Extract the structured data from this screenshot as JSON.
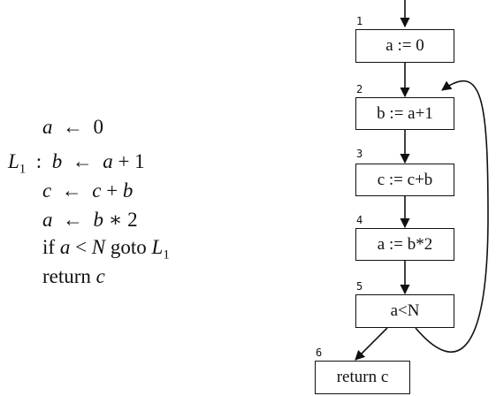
{
  "program": {
    "label": "L1",
    "lines": [
      {
        "label": "",
        "target": "a",
        "expr": "0"
      },
      {
        "label": "L1",
        "target": "b",
        "expr": "a + 1"
      },
      {
        "label": "",
        "target": "c",
        "expr": "c + b"
      },
      {
        "label": "",
        "target": "a",
        "expr": "b ∗ 2"
      },
      {
        "label": "",
        "text": "if a < N goto L1"
      },
      {
        "label": "",
        "text": "return c"
      }
    ]
  },
  "flowgraph": {
    "nodes": [
      {
        "number": "1",
        "label": "a := 0"
      },
      {
        "number": "2",
        "label": "b := a+1"
      },
      {
        "number": "3",
        "label": "c := c+b"
      },
      {
        "number": "4",
        "label": "a := b*2"
      },
      {
        "number": "5",
        "label": "a<N"
      },
      {
        "number": "6",
        "label": "return c"
      }
    ]
  }
}
